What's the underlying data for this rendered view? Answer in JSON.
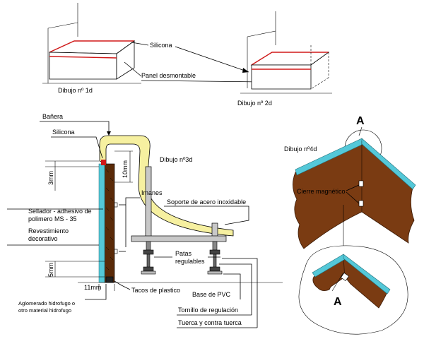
{
  "labels": {
    "silicona_top": "Silicona",
    "panel_desmontable": "Panel desmontable",
    "dibujo_1d": "Dibujo nº 1d",
    "dibujo_2d": "Dibujo nº 2d",
    "banera": "Bañera",
    "silicona": "Silicona",
    "dibujo_3d": "Dibujo nº3d",
    "dim_3mm": "3mm",
    "dim_10mm": "10mm",
    "imanes": "Imanes",
    "soporte": "Soporte de acero inoxidable",
    "sellador_1": "Sellador - adhesivo de",
    "sellador_2": "polimero MS - 35",
    "revestimiento_1": "Revestimiento",
    "revestimiento_2": "decorativo",
    "patas_1": "Patas",
    "patas_2": "regulables",
    "dim_5mm": "5mm",
    "dim_11mm": "11mm",
    "tacos": "Tacos de plastico",
    "base_pvc": "Base de PVC",
    "aglomerado_1": "Aglomerado hidrofugo o",
    "aglomerado_2": "otro material hidrofugo",
    "tornillo": "Tornillo de regulación",
    "tuerca": "Tuerca y contra tuerca",
    "a_top": "A",
    "dibujo_4d": "Dibujo nº4d",
    "cierre": "Cierre magnético",
    "a_bottom": "A"
  },
  "colors": {
    "wood": "#7a3b12",
    "cyan_edge": "#54c8d8",
    "bathtub_fill": "#f6f0a0",
    "silicone_red": "#d01818"
  }
}
